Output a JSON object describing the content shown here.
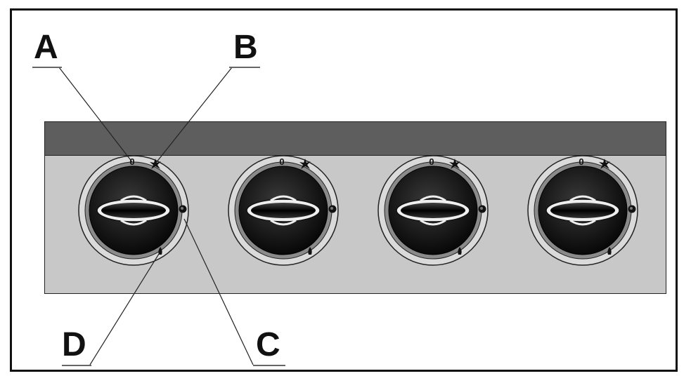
{
  "callouts": {
    "a": "A",
    "b": "B",
    "c": "C",
    "d": "D"
  },
  "knobs": [
    {
      "off_label": "0"
    },
    {
      "off_label": "0"
    },
    {
      "off_label": "0"
    },
    {
      "off_label": "0"
    }
  ],
  "icons": [
    "ignition-spark-icon",
    "max-flame-icon",
    "min-flame-icon"
  ],
  "colors": {
    "panel": "#c8c8c8",
    "panel_top": "#5e5e5e",
    "knob": "#141414",
    "bezel": "#dadada"
  }
}
